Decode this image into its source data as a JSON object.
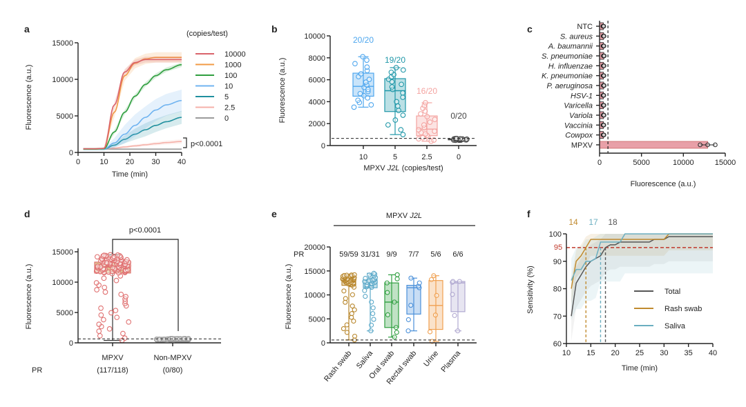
{
  "chart_data": [
    {
      "panel": "a",
      "type": "line",
      "xlabel": "Time (min)",
      "ylabel": "Fluorescence (a.u.)",
      "xlim": [
        0,
        40
      ],
      "ylim": [
        0,
        15000
      ],
      "xticks": [
        0,
        10,
        20,
        30,
        40
      ],
      "yticks": [
        0,
        5000,
        10000,
        15000
      ],
      "legend_title": "(copies/test)",
      "legend_placement": "right",
      "annotation": "p<0.0001",
      "x": [
        2,
        6,
        10,
        14,
        18,
        22,
        26,
        30,
        34,
        40
      ],
      "series": [
        {
          "name": "10000",
          "color": "#d9626a",
          "band": 400,
          "values": [
            500,
            500,
            550,
            6500,
            11000,
            12300,
            12700,
            12700,
            12700,
            12700
          ]
        },
        {
          "name": "1000",
          "color": "#f29a45",
          "band": 700,
          "values": [
            500,
            500,
            550,
            5500,
            10500,
            12200,
            12800,
            13000,
            13000,
            13000
          ]
        },
        {
          "name": "100",
          "color": "#2e9e3e",
          "band": 300,
          "values": [
            450,
            450,
            500,
            2800,
            5500,
            7700,
            9300,
            10500,
            11300,
            12000
          ]
        },
        {
          "name": "10",
          "color": "#6fb3f0",
          "band": 1500,
          "values": [
            450,
            450,
            450,
            1300,
            2500,
            3700,
            4800,
            5800,
            6500,
            7100
          ]
        },
        {
          "name": "5",
          "color": "#1f8f9e",
          "band": 900,
          "values": [
            450,
            450,
            450,
            1000,
            1800,
            2500,
            3100,
            3700,
            4200,
            4800
          ]
        },
        {
          "name": "2.5",
          "color": "#f5b0a8",
          "band": 600,
          "values": [
            450,
            450,
            450,
            600,
            750,
            900,
            1050,
            1200,
            1350,
            1500
          ]
        },
        {
          "name": "0",
          "color": "#9a9a9a",
          "band": 0,
          "values": [
            450,
            450,
            450,
            450,
            450,
            450,
            450,
            450,
            450,
            450
          ]
        }
      ]
    },
    {
      "panel": "b",
      "type": "box",
      "xlabel_prefix": "MPXV ",
      "xlabel_italic": "J2L",
      "xlabel_suffix": " (copies/test)",
      "ylabel": "Fluorescence (a.u.)",
      "ylim": [
        0,
        10000
      ],
      "yticks": [
        0,
        2000,
        4000,
        6000,
        8000,
        10000
      ],
      "threshold": 650,
      "categories": [
        "10",
        "5",
        "2.5",
        "0"
      ],
      "ratios": [
        "20/20",
        "19/20",
        "16/20",
        "0/20"
      ],
      "colors": [
        "#4da6ee",
        "#1f97a8",
        "#f4a3a0",
        "#444444"
      ],
      "n": [
        20,
        20,
        20,
        20
      ],
      "stats": [
        [
          3500,
          4500,
          5400,
          6600,
          8100
        ],
        [
          1000,
          3100,
          5000,
          6100,
          7100
        ],
        [
          400,
          900,
          1500,
          2700,
          3900
        ],
        [
          480,
          520,
          560,
          600,
          650
        ]
      ]
    },
    {
      "panel": "c",
      "type": "bar",
      "xlabel": "Fluorescence (a.u.)",
      "xlim": [
        0,
        15000
      ],
      "xticks": [
        0,
        5000,
        10000,
        15000
      ],
      "threshold": 1000,
      "categories": [
        "NTC",
        "S. aureus",
        "A. baumannii",
        "S. pneumoniae",
        "H. influenzae",
        "K. pneumoniae",
        "P. aeruginosa",
        "HSV-1",
        "Varicella",
        "Variola",
        "Vaccinia",
        "Cowpox",
        "MPXV"
      ],
      "italic": [
        false,
        true,
        true,
        true,
        true,
        true,
        true,
        true,
        true,
        true,
        true,
        true,
        false
      ],
      "values": [
        450,
        480,
        470,
        500,
        480,
        470,
        490,
        460,
        470,
        480,
        460,
        470,
        12900
      ],
      "points": [
        [
          400,
          450,
          500
        ],
        [
          430,
          480,
          530
        ],
        [
          420,
          470,
          520
        ],
        [
          450,
          500,
          550
        ],
        [
          430,
          480,
          530
        ],
        [
          420,
          470,
          520
        ],
        [
          440,
          490,
          540
        ],
        [
          410,
          460,
          510
        ],
        [
          420,
          470,
          520
        ],
        [
          430,
          480,
          530
        ],
        [
          410,
          460,
          510
        ],
        [
          420,
          470,
          520
        ],
        [
          12000,
          12900,
          13800
        ]
      ],
      "bar_color": "#e8a0a8"
    },
    {
      "panel": "d",
      "type": "box",
      "ylabel": "Fluorescence (a.u.)",
      "ylim": [
        0,
        15000
      ],
      "yticks": [
        0,
        5000,
        10000,
        15000
      ],
      "threshold": 650,
      "annotation": "p<0.0001",
      "row_label": "PR",
      "categories": [
        "MPXV",
        "Non-MPXV"
      ],
      "pr": [
        "(117/118)",
        "(0/80)"
      ],
      "n": [
        118,
        80
      ],
      "stats": [
        [
          400,
          11500,
          12500,
          13300,
          14500
        ],
        [
          450,
          500,
          550,
          600,
          700
        ]
      ],
      "colors": [
        "#e07070",
        "#999999"
      ],
      "box_fill": [
        "#d9c08a",
        "#dddddd"
      ]
    },
    {
      "panel": "e",
      "type": "box",
      "title_prefix": "MPXV ",
      "title_italic": "J2L",
      "row_label": "PR",
      "ylabel": "Fluorescence (a.u.)",
      "ylim": [
        0,
        20000
      ],
      "yticks": [
        0,
        5000,
        10000,
        15000,
        20000
      ],
      "threshold": 600,
      "categories": [
        "Rash swab",
        "Saliva",
        "Oral swab",
        "Rectal swab",
        "Urine",
        "Plasma"
      ],
      "pr": [
        "59/59",
        "31/31",
        "9/9",
        "7/7",
        "5/6",
        "6/6"
      ],
      "n": [
        59,
        31,
        9,
        7,
        6,
        6
      ],
      "stats": [
        [
          600,
          12000,
          13000,
          13500,
          14200
        ],
        [
          2500,
          11500,
          12500,
          13200,
          14500
        ],
        [
          1200,
          3200,
          8500,
          12500,
          14200
        ],
        [
          2500,
          6000,
          11500,
          12000,
          13500
        ],
        [
          300,
          2800,
          7800,
          13000,
          14000
        ],
        [
          2500,
          6500,
          12500,
          12800,
          12800
        ]
      ],
      "colors": [
        "#b8862b",
        "#5aa8c8",
        "#2e9e3e",
        "#4a90d9",
        "#f0a050",
        "#b0a8d0"
      ]
    },
    {
      "panel": "f",
      "type": "line",
      "xlabel": "Time (min)",
      "ylabel": "Sensitivity (%)",
      "xlim": [
        10,
        40
      ],
      "ylim": [
        60,
        100
      ],
      "xticks": [
        10,
        15,
        20,
        25,
        30,
        35,
        40
      ],
      "yticks": [
        60,
        70,
        80,
        90,
        100
      ],
      "threshold": 95,
      "threshold_label": "95",
      "legend_placement": "center-right",
      "series": [
        {
          "name": "Total",
          "color": "#555555",
          "crossing": 18,
          "crossing_label": "18",
          "x": [
            11,
            12,
            13,
            14,
            15,
            16,
            17,
            18,
            19,
            20,
            21,
            22,
            27,
            28,
            30,
            31,
            40
          ],
          "y": [
            70,
            82,
            85,
            88,
            90,
            91,
            92,
            95,
            96,
            96,
            97,
            97,
            97,
            98,
            98,
            99,
            99
          ]
        },
        {
          "name": "Rash swab",
          "color": "#c08a2e",
          "crossing": 14,
          "crossing_label": "14",
          "x": [
            11,
            12,
            13,
            14,
            15,
            30,
            31,
            40
          ],
          "y": [
            80,
            90,
            92,
            95,
            98,
            98,
            100,
            100
          ]
        },
        {
          "name": "Saliva",
          "color": "#6aaec0",
          "crossing": 17,
          "crossing_label": "17",
          "x": [
            11,
            12,
            13,
            14,
            15,
            16,
            17,
            21,
            22,
            40
          ],
          "y": [
            83,
            87,
            87,
            90,
            90,
            91,
            97,
            97,
            100,
            100
          ]
        }
      ]
    }
  ],
  "panel_labels": [
    "a",
    "b",
    "c",
    "d",
    "e",
    "f"
  ]
}
